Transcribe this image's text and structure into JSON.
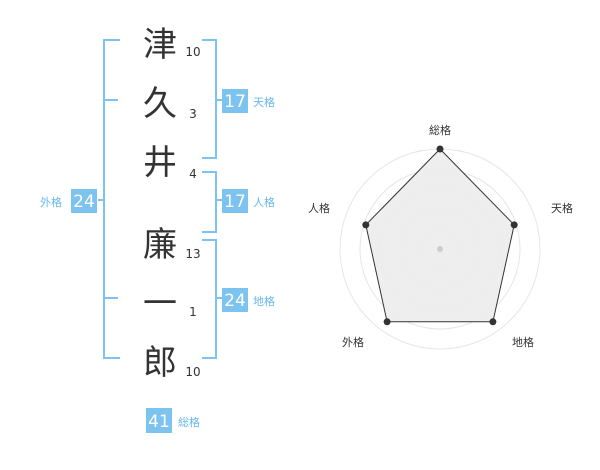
{
  "name": {
    "characters": [
      "津",
      "久",
      "井",
      "廉",
      "一",
      "郎"
    ],
    "strokes": [
      10,
      3,
      4,
      13,
      1,
      10
    ]
  },
  "fortune": {
    "tenkaku": {
      "label": "天格",
      "value": 17
    },
    "jinkaku": {
      "label": "人格",
      "value": 17
    },
    "chikaku": {
      "label": "地格",
      "value": 24
    },
    "gaikaku": {
      "label": "外格",
      "value": 24
    },
    "soukaku": {
      "label": "総格",
      "value": 41
    }
  },
  "radar": {
    "axes": [
      "総格",
      "天格",
      "地格",
      "外格",
      "人格"
    ],
    "values": [
      1.0,
      0.78,
      0.9,
      0.9,
      0.78
    ]
  },
  "colors": {
    "bracket": "#7dc3f0",
    "box": "#7dc3f0",
    "label": "#66b8ee",
    "radar_fill": "#ececec",
    "radar_line": "#333333"
  }
}
